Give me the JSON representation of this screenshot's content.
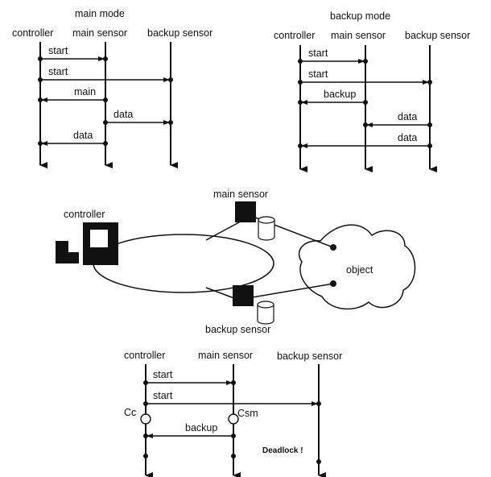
{
  "top_left": {
    "title": "main mode",
    "lanes": [
      "controller",
      "main sensor",
      "backup sensor"
    ],
    "messages": [
      "start",
      "start",
      "main",
      "data",
      "data"
    ]
  },
  "top_right": {
    "title": "backup mode",
    "lanes": [
      "controller",
      "main sensor",
      "backup sensor"
    ],
    "messages": [
      "start",
      "start",
      "backup",
      "data",
      "data"
    ]
  },
  "middle": {
    "controller_label": "controller",
    "main_sensor_label": "main sensor",
    "backup_sensor_label": "backup sensor",
    "object_label": "object"
  },
  "bottom": {
    "lanes": [
      "controller",
      "main sensor",
      "backup sensor"
    ],
    "messages": [
      "start",
      "start",
      "backup"
    ],
    "cc_label": "Cc",
    "csm_label": "Csm",
    "deadlock_label": "Deadlock !"
  },
  "colors": {
    "ink": "#111111",
    "background": "#ffffff"
  }
}
